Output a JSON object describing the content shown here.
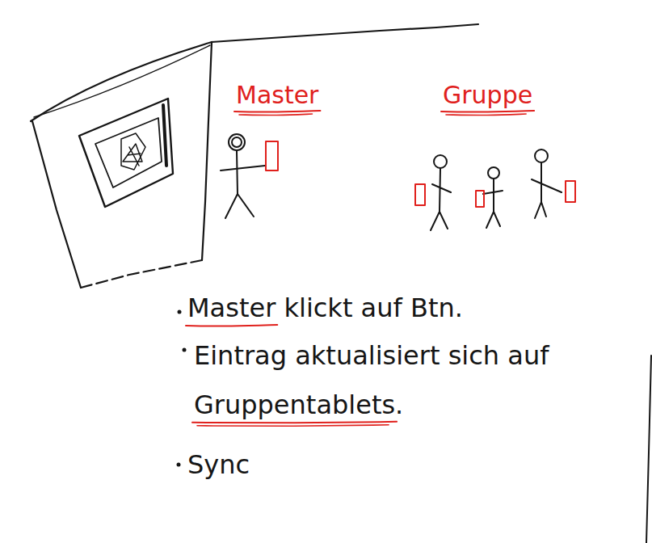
{
  "diagram": {
    "labels": [
      "Master",
      "Gruppe",
      "Master klickt auf Btn.",
      "Eintrag aktualisiert sich auf Gruppentablets.",
      "Sync"
    ]
  }
}
